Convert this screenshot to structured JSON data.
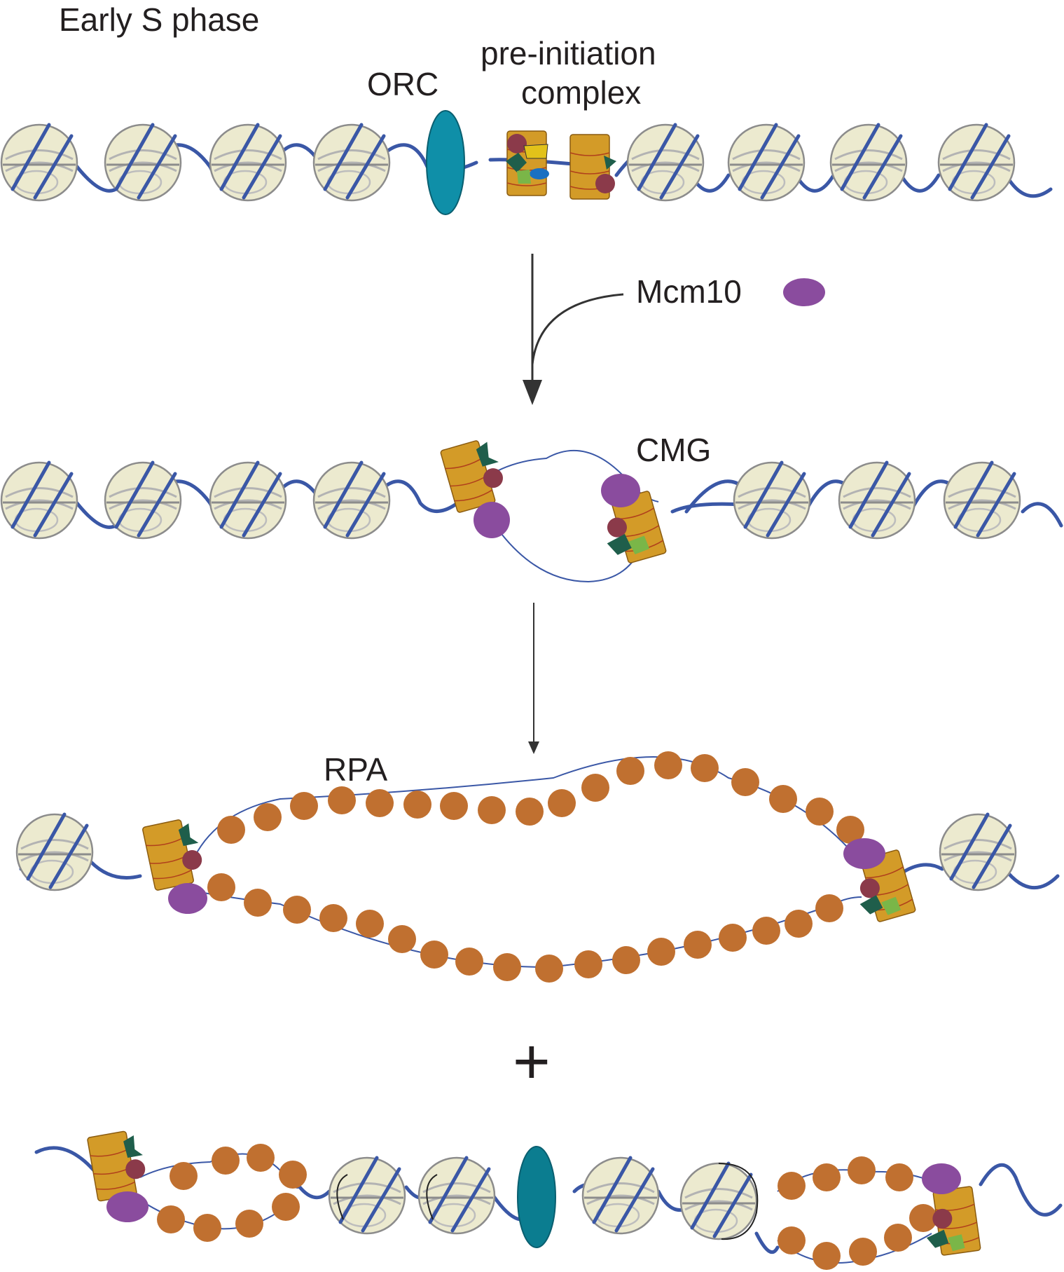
{
  "title": "Early S phase",
  "labels": {
    "orc": "ORC",
    "pre_ic_line1": "pre-initiation",
    "pre_ic_line2": "complex",
    "mcm10": "Mcm10",
    "cmg": "CMG",
    "rpa": "RPA",
    "plus": "+"
  },
  "colors": {
    "dna": "#3a57a6",
    "nucleosome_fill": "#eceacf",
    "nucleosome_edge": "#8c8c8c",
    "orc": "#0f8fa8",
    "orc_dark": "#0b7d90",
    "mcm": "#d39b28",
    "mcm10": "#8a4c9e",
    "rpa": "#c07030",
    "gins_dark": "#1f5e4b",
    "cdc45": "#8b3a4a",
    "green_light": "#7ab648"
  },
  "icons": [
    "nucleosome-icon",
    "orc-icon",
    "mcm-helicase-icon",
    "mcm10-icon",
    "rpa-icon",
    "arrow-icon"
  ]
}
